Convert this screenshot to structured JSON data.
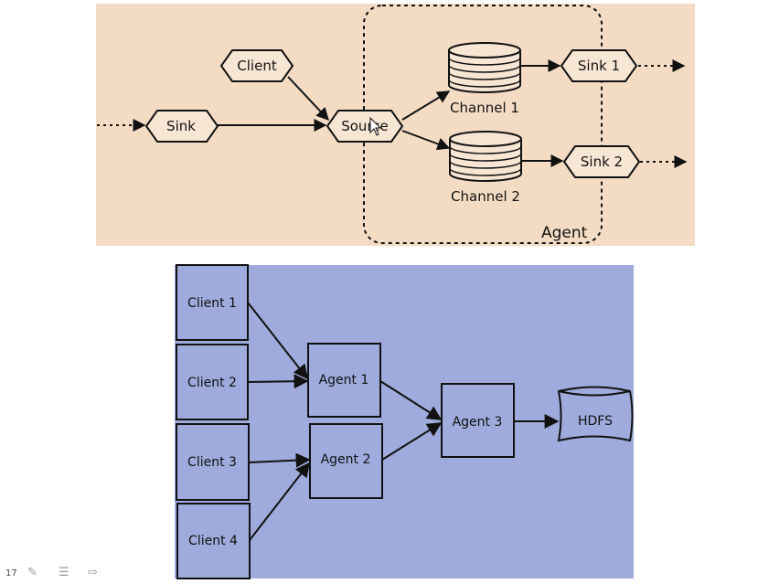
{
  "colors": {
    "top_panel_bg": "#f4dcc4",
    "bottom_panel_bg": "#9eabdc",
    "stroke": "#111111",
    "node_fill_top": "#f8e6d4"
  },
  "top_diagram": {
    "agent_label": "Agent",
    "client": "Client",
    "sink_in": "Sink",
    "source": "Source",
    "channel_1": "Channel 1",
    "channel_2": "Channel 2",
    "sink_1": "Sink 1",
    "sink_2": "Sink 2"
  },
  "bottom_diagram": {
    "client_1": "Client 1",
    "client_2": "Client 2",
    "client_3": "Client 3",
    "client_4": "Client 4",
    "agent_1": "Agent 1",
    "agent_2": "Agent 2",
    "agent_3": "Agent 3",
    "hdfs": "HDFS"
  },
  "footer": {
    "page_number": "17",
    "icons": [
      "pen-icon",
      "menu-icon",
      "next-arrow-icon"
    ]
  }
}
